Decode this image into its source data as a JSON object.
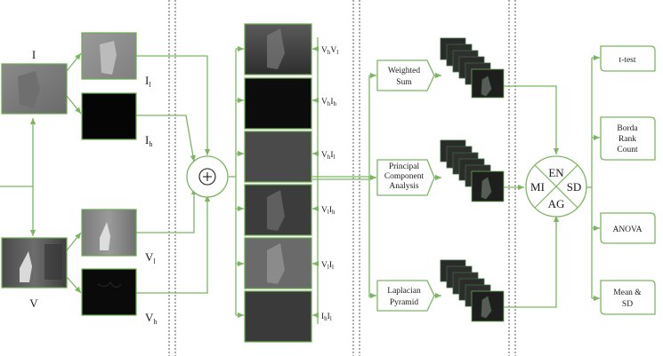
{
  "colors": {
    "line": "#7bb661",
    "border": "#6aaa4f",
    "divider": "#555555",
    "text": "#1a1a1a"
  },
  "inputs": {
    "infrared_label": "I",
    "visible_label": "V",
    "ir_low_label": "I",
    "ir_low_sub": "l",
    "ir_high_label": "I",
    "ir_high_sub": "h",
    "vis_low_label": "V",
    "vis_low_sub": "l",
    "vis_high_label": "V",
    "vis_high_sub": "h"
  },
  "fusion_operator": "⊕",
  "combinations": [
    {
      "p1": "V",
      "s1": "h",
      "p2": "V",
      "s2": "l"
    },
    {
      "p1": "V",
      "s1": "h",
      "p2": "I",
      "s2": "h"
    },
    {
      "p1": "V",
      "s1": "h",
      "p2": "I",
      "s2": "l"
    },
    {
      "p1": "V",
      "s1": "l",
      "p2": "I",
      "s2": "h"
    },
    {
      "p1": "V",
      "s1": "l",
      "p2": "I",
      "s2": "l"
    },
    {
      "p1": "I",
      "s1": "h",
      "p2": "I",
      "s2": "l"
    }
  ],
  "methods": [
    {
      "lines": [
        "Weighted",
        "Sum"
      ]
    },
    {
      "lines": [
        "Principal",
        "Component",
        "Analysis"
      ]
    },
    {
      "lines": [
        "Laplacian",
        "Pyramid"
      ]
    }
  ],
  "metrics": {
    "top": "EN",
    "left": "MI",
    "right": "SD",
    "bottom": "AG"
  },
  "tests": [
    {
      "lines": [
        "t-test"
      ]
    },
    {
      "lines": [
        "Borda",
        "Rank",
        "Count"
      ]
    },
    {
      "lines": [
        "ANOVA"
      ]
    },
    {
      "lines": [
        "Mean &",
        "SD"
      ]
    }
  ]
}
